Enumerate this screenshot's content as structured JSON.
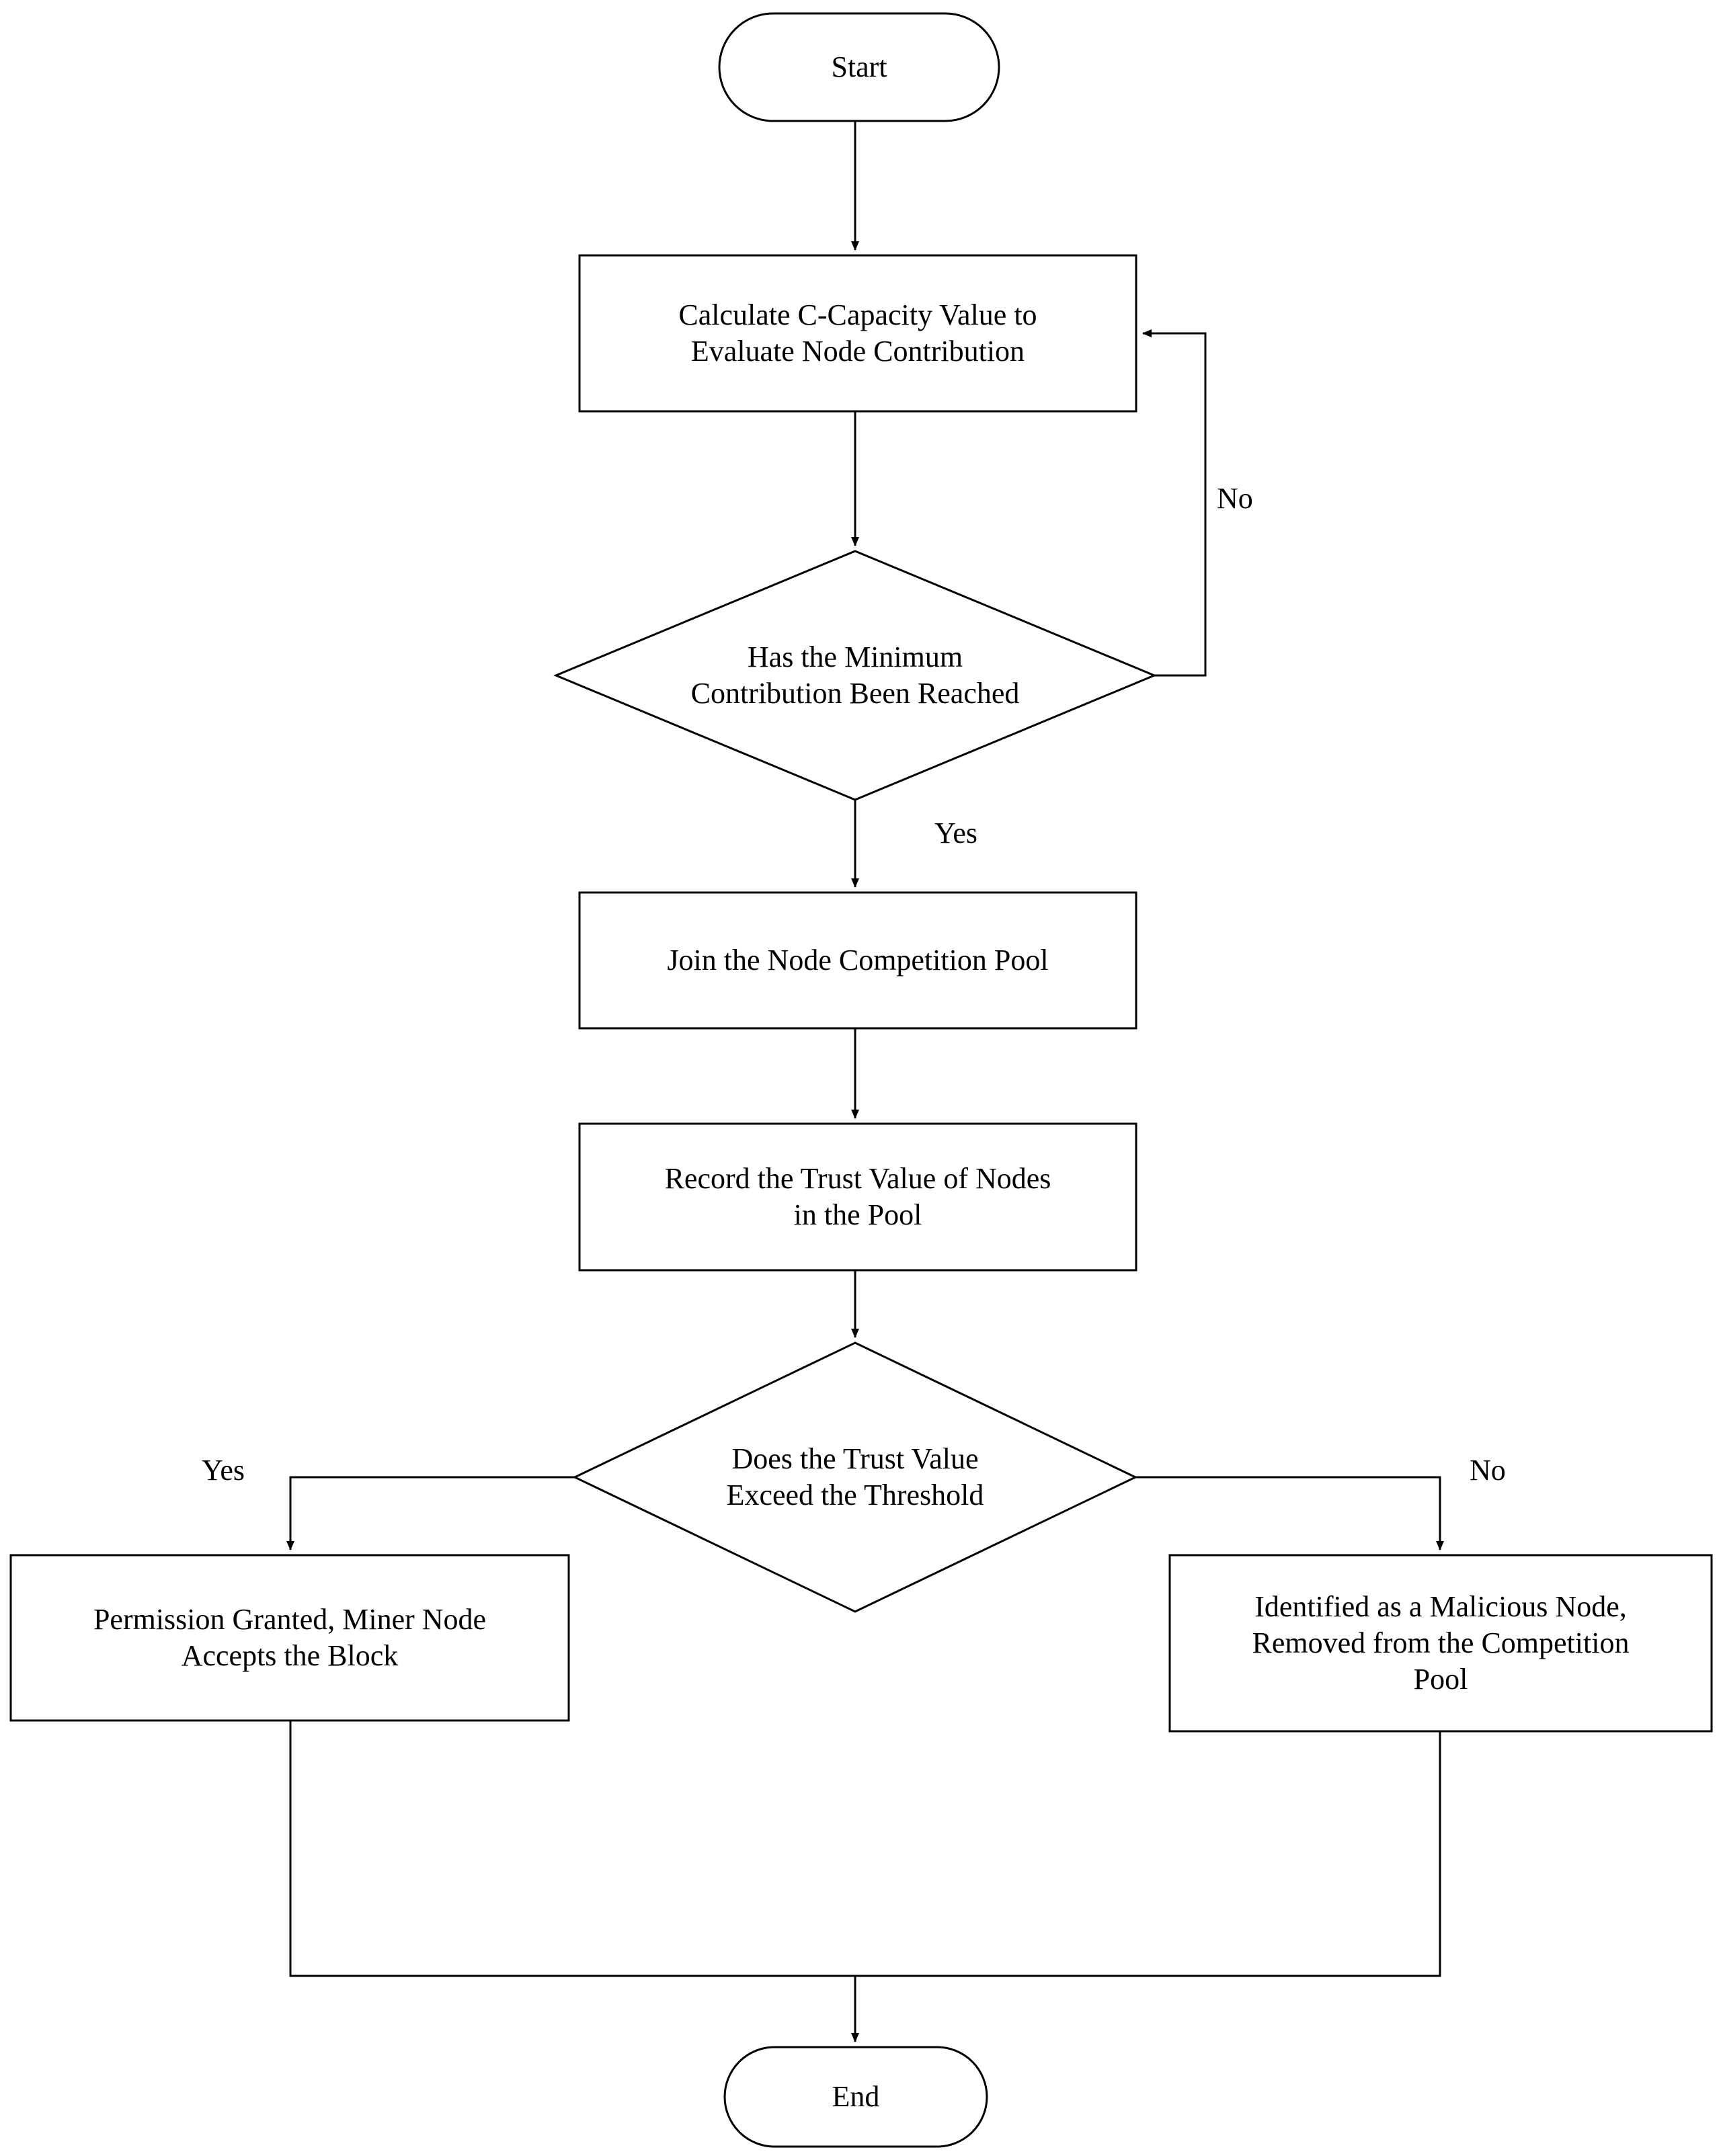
{
  "diagram": {
    "type": "flowchart",
    "orientation": "top-to-bottom",
    "background_color": "#ffffff",
    "stroke_color": "#000000",
    "text_color": "#000000",
    "nodes": [
      {
        "id": "start",
        "shape": "terminal",
        "label": "Start"
      },
      {
        "id": "calc",
        "shape": "process",
        "label": "Calculate C-Capacity Value to\nEvaluate Node Contribution"
      },
      {
        "id": "min_check",
        "shape": "decision",
        "label": "Has the Minimum\nContribution Been Reached"
      },
      {
        "id": "join_pool",
        "shape": "process",
        "label": "Join the Node Competition Pool"
      },
      {
        "id": "record",
        "shape": "process",
        "label": "Record the Trust Value of Nodes\nin the Pool"
      },
      {
        "id": "trust_check",
        "shape": "decision",
        "label": "Does the Trust Value\nExceed the Threshold"
      },
      {
        "id": "granted",
        "shape": "process",
        "label": "Permission Granted, Miner Node\nAccepts the Block"
      },
      {
        "id": "malicious",
        "shape": "process",
        "label": "Identified as a Malicious Node,\nRemoved from the Competition\nPool"
      },
      {
        "id": "end",
        "shape": "terminal",
        "label": "End"
      }
    ],
    "edges": [
      {
        "from": "start",
        "to": "calc",
        "label": ""
      },
      {
        "from": "calc",
        "to": "min_check",
        "label": ""
      },
      {
        "from": "min_check",
        "to": "calc",
        "label": "No"
      },
      {
        "from": "min_check",
        "to": "join_pool",
        "label": "Yes"
      },
      {
        "from": "join_pool",
        "to": "record",
        "label": ""
      },
      {
        "from": "record",
        "to": "trust_check",
        "label": ""
      },
      {
        "from": "trust_check",
        "to": "granted",
        "label": "Yes"
      },
      {
        "from": "trust_check",
        "to": "malicious",
        "label": "No"
      },
      {
        "from": "granted",
        "to": "end",
        "label": ""
      },
      {
        "from": "malicious",
        "to": "end",
        "label": ""
      }
    ],
    "edge_labels": {
      "min_check_no": "No",
      "min_check_yes": "Yes",
      "trust_yes": "Yes",
      "trust_no": "No"
    }
  }
}
